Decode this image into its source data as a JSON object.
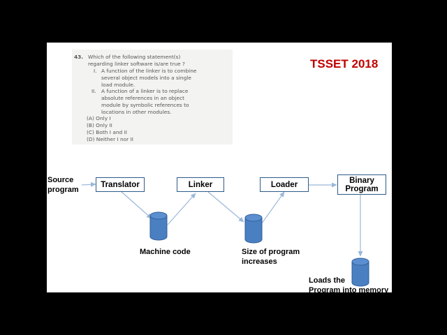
{
  "slide_title": "TSSET 2018",
  "question": {
    "number": "43.",
    "line1": "Which of the following statement(s)",
    "line2": "regarding linker software is/are true ?",
    "s1_num": "I.",
    "s1_line1": "A function of the linker is to combine",
    "s1_line2": "several object models into a single",
    "s1_line3": "load module.",
    "s2_num": "II.",
    "s2_line1": "A function of a linker is to replace",
    "s2_line2": "absolute references in an object",
    "s2_line3": "module by symbolic references to",
    "s2_line4": "locations in other modules.",
    "options": [
      "(A)  Only I",
      "(B)  Only II",
      "(C)  Both I and II",
      "(D)  Neither I nor II"
    ]
  },
  "diagram": {
    "source_line1": "Source",
    "source_line2": "program",
    "translator": "Translator",
    "linker": "Linker",
    "loader": "Loader",
    "binary_line1": "Binary",
    "binary_line2": "Program",
    "machine_code": "Machine code",
    "size_line1": "Size of program",
    "size_line2": "increases",
    "loads_line1": "Loads the",
    "loads_line2": "Program into memory"
  },
  "colors": {
    "slide_bg": "#ffffff",
    "outer_bg": "#000000",
    "title": "#c00000",
    "cylinder_fill": "#4a7fc1",
    "cylinder_stroke": "#2f5f99",
    "box_border": "#2e5a87",
    "arrow": "#9ab8d8"
  }
}
